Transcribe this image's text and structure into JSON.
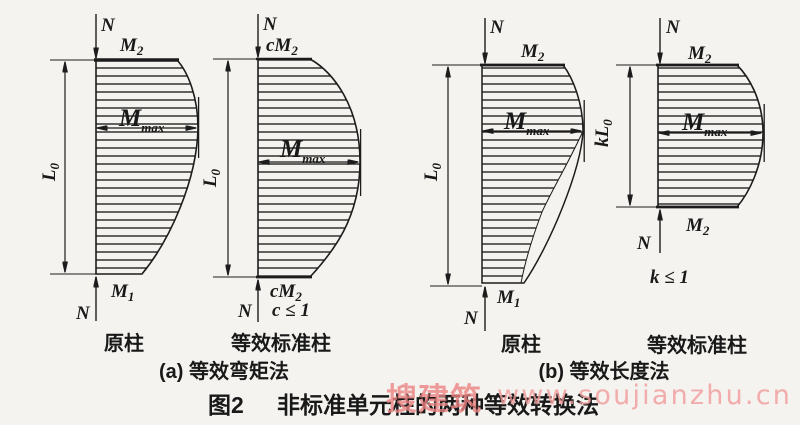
{
  "background": "#f4f3ef",
  "watermark": {
    "brand": "搜建筑",
    "url": "www.soujianzhu.cn",
    "color": "#ee8888"
  },
  "figure_caption": {
    "tag": "图2",
    "title": "非标准单元柱的两种等效转换法"
  },
  "methods": {
    "a": {
      "caption": "(a) 等效弯矩法",
      "original": {
        "caption": "原柱",
        "axial_top": "N",
        "moment_top": {
          "main": "M",
          "sub": "2"
        },
        "moment_max": {
          "main": "M",
          "sub": "max"
        },
        "length": {
          "main": "L",
          "sub": "0"
        },
        "moment_bottom": {
          "main": "M",
          "sub": "1"
        },
        "axial_bottom": "N"
      },
      "standard": {
        "caption": "等效标准柱",
        "axial_top": "N",
        "moment_top": {
          "main": "cM",
          "sub": "2"
        },
        "moment_max": {
          "main": "M",
          "sub": "max"
        },
        "length": {
          "main": "L",
          "sub": "0"
        },
        "moment_bottom": {
          "main": "cM",
          "sub": "2"
        },
        "constraint": "c ≤ 1",
        "axial_bottom": "N"
      }
    },
    "b": {
      "caption": "(b) 等效长度法",
      "original": {
        "caption": "原柱",
        "axial_top": "N",
        "moment_top": {
          "main": "M",
          "sub": "2"
        },
        "moment_max": {
          "main": "M",
          "sub": "max"
        },
        "length": {
          "main": "L",
          "sub": "0"
        },
        "moment_bottom": {
          "main": "M",
          "sub": "1"
        },
        "axial_bottom": "N"
      },
      "standard": {
        "caption": "等效标准柱",
        "axial_top": "N",
        "moment_top": {
          "main": "M",
          "sub": "2"
        },
        "moment_max": {
          "main": "M",
          "sub": "max"
        },
        "length": {
          "main": "kL",
          "sub": "0"
        },
        "moment_bottom": {
          "main": "M",
          "sub": "2"
        },
        "constraint": "k ≤ 1",
        "axial_bottom": "N"
      }
    }
  }
}
